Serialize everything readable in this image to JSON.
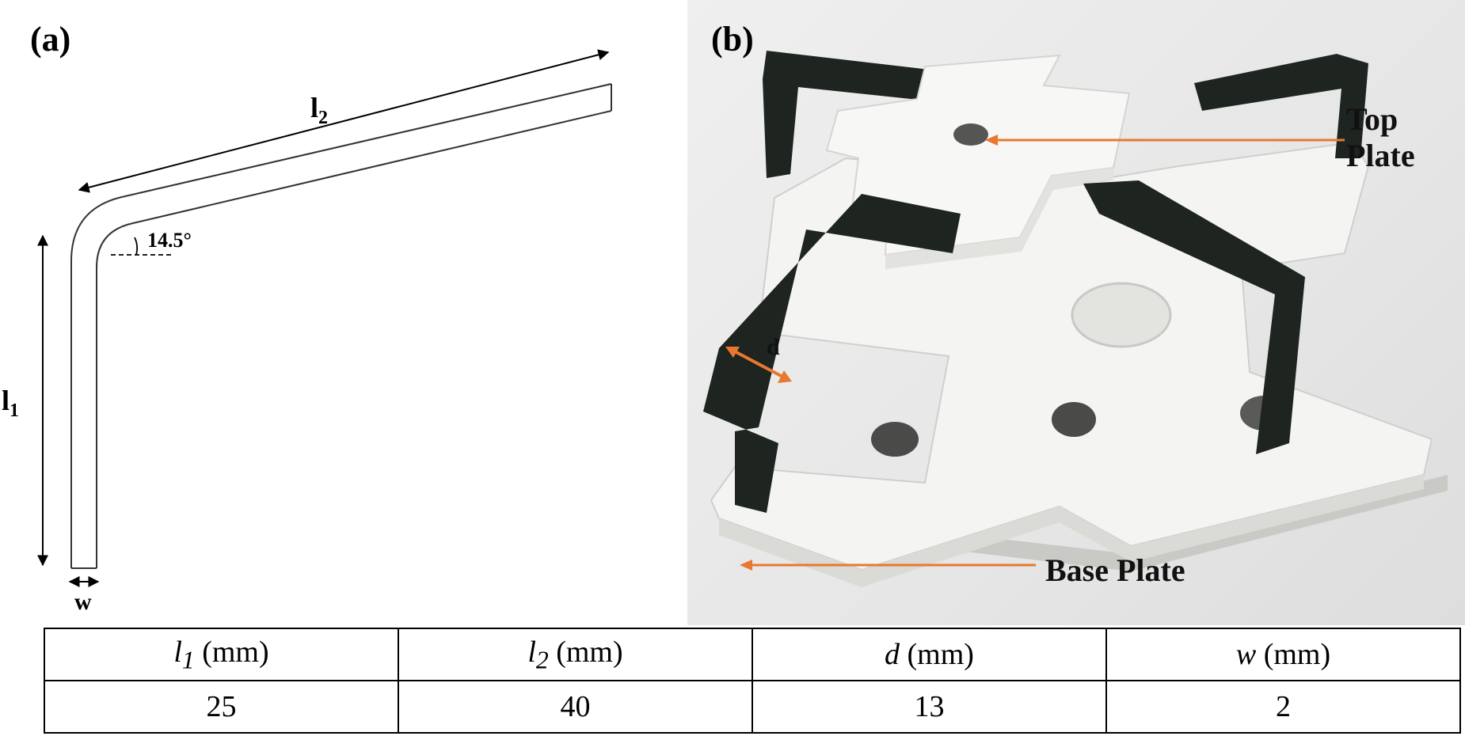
{
  "panels": {
    "a": {
      "label": "(a)",
      "dimensions": {
        "l1": {
          "base": "l",
          "sub": "1"
        },
        "l2": {
          "base": "l",
          "sub": "2"
        },
        "w": "w",
        "angle": "14.5°"
      }
    },
    "b": {
      "label": "(b)",
      "callouts": {
        "top_plate": [
          "Top",
          "Plate"
        ],
        "base_plate": "Base Plate",
        "d": "d"
      },
      "colors": {
        "plate": "#f4f4f2",
        "flexure": "#1e2420",
        "arrow": "#e8782f"
      }
    }
  },
  "table": {
    "headers": [
      {
        "symbol": "l",
        "sub": "1",
        "unit": " (mm)"
      },
      {
        "symbol": "l",
        "sub": "2",
        "unit": " (mm)"
      },
      {
        "symbol": "d",
        "sub": "",
        "unit": " (mm)"
      },
      {
        "symbol": "w",
        "sub": "",
        "unit": " (mm)"
      }
    ],
    "values": [
      "25",
      "40",
      "13",
      "2"
    ]
  }
}
